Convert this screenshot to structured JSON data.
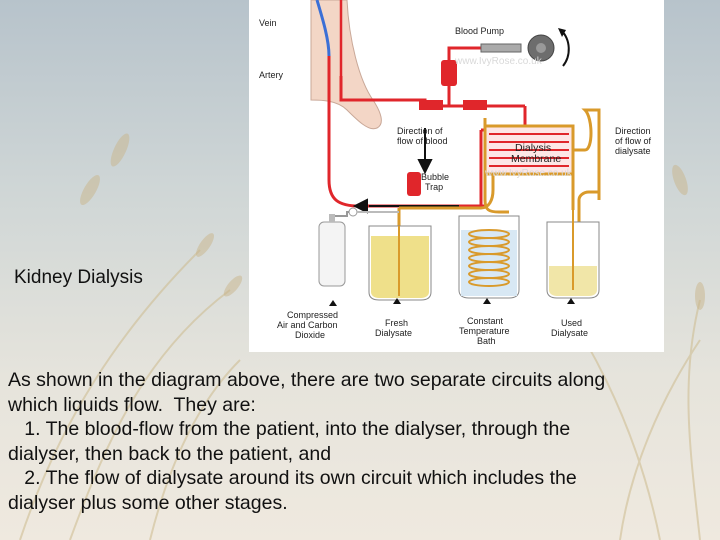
{
  "slide": {
    "title": "Kidney Dialysis",
    "paragraph": [
      "As shown in the diagram above, there are two separate circuits along",
      "which liquids flow.  They are:",
      "   1. The blood-flow from the patient, into the dialyser, through the",
      "dialyser, then back to the patient, and",
      "   2. The flow of dialysate around its own circuit which includes the",
      "dialyser plus some other stages."
    ]
  },
  "diagram": {
    "labels": {
      "vein": "Vein",
      "artery": "Artery",
      "blood_pump": "Blood Pump",
      "direction_blood": [
        "Direction of",
        "flow of blood"
      ],
      "dialysis_membrane": [
        "Dialysis",
        "Membrane"
      ],
      "direction_dialysate": [
        "Direction",
        "of flow of",
        "dialysate"
      ],
      "bubble_trap": [
        "Bubble",
        "Trap"
      ],
      "compressed_air": [
        "Compressed",
        "Air and Carbon",
        "Dioxide"
      ],
      "fresh_dialysate": [
        "Fresh",
        "Dialysate"
      ],
      "constant_bath": [
        "Constant",
        "Temperature",
        "Bath"
      ],
      "used_dialysate": [
        "Used",
        "Dialysate"
      ]
    },
    "watermark": "www.IvyRose.co.uk",
    "colors": {
      "blood": "#e0262b",
      "dialysate": "#d99a2b",
      "fresh_liquid": "#efe08a",
      "used_liquid": "#f1e6a8",
      "bath_water": "#d8e8f4",
      "skin": "#f3d6c6"
    }
  }
}
